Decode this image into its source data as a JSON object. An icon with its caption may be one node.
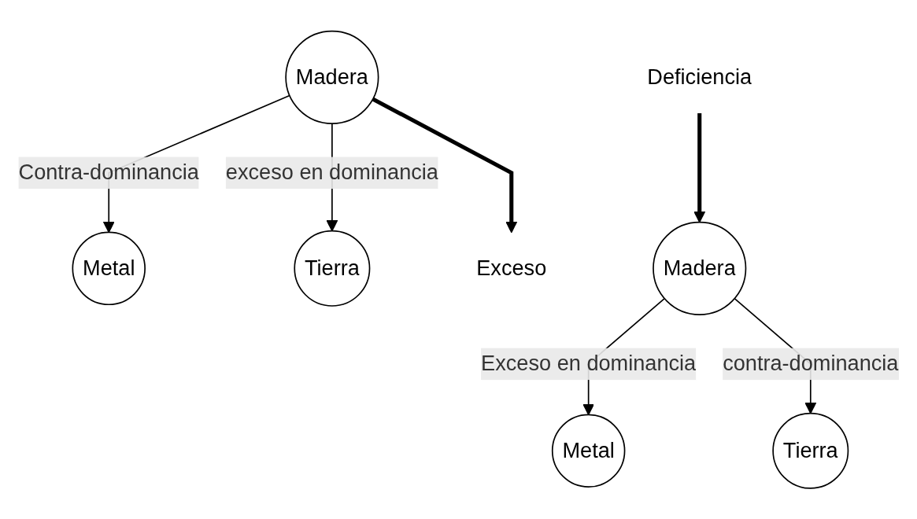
{
  "diagram": {
    "nodes": [
      {
        "text": [
          "Metal"
        ]
      },
      {
        "text": [
          "Madera"
        ]
      },
      {
        "text": [
          "Tierra"
        ]
      },
      {
        "text": [
          "Exceso"
        ]
      },
      {
        "text": [
          "Metal"
        ]
      },
      {
        "text": [
          "Madera"
        ]
      },
      {
        "text": [
          "Tierra"
        ]
      },
      {
        "text": [
          "Deficiencia"
        ]
      }
    ],
    "edges": [
      {
        "from": 1,
        "to": 3,
        "arrow": "to",
        "style": "thick"
      },
      {
        "from": 1,
        "to": 0,
        "arrow": "to",
        "label": "Contra-dominancia"
      },
      {
        "from": 1,
        "to": 2,
        "arrow": "to",
        "label": "exceso en dominancia"
      },
      {
        "from": 7,
        "to": 5,
        "arrow": "to",
        "style": "thick"
      },
      {
        "from": 5,
        "to": 4,
        "arrow": "to",
        "label": "Exceso en dominancia"
      },
      {
        "from": 5,
        "to": 6,
        "arrow": "to",
        "label": "contra-dominancia"
      }
    ]
  }
}
